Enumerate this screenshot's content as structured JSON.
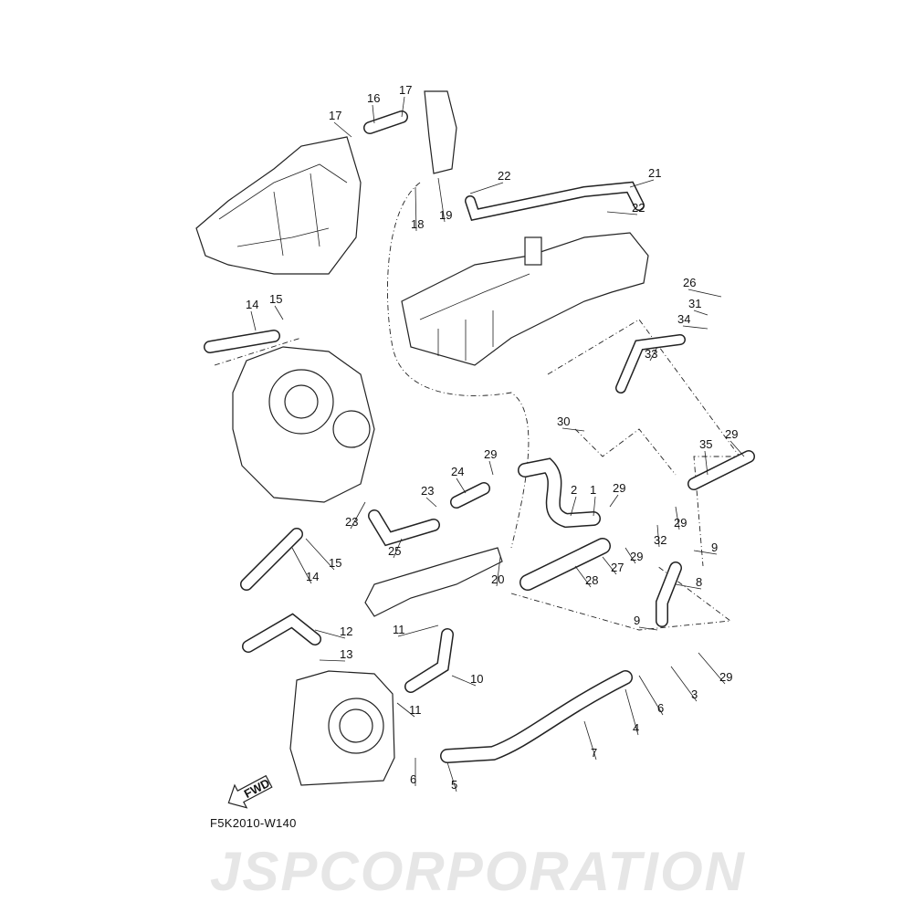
{
  "watermark": "JSPCORPORATION",
  "diagram_code": "F5K2010-W140",
  "fwd_label": "FWD",
  "labels": [
    "16",
    "17",
    "17",
    "22",
    "21",
    "22",
    "18",
    "19",
    "26",
    "31",
    "34",
    "33",
    "14",
    "15",
    "30",
    "29",
    "35",
    "29",
    "24",
    "1",
    "29",
    "2",
    "23",
    "23",
    "25",
    "29",
    "32",
    "29",
    "9",
    "27",
    "8",
    "28",
    "14",
    "15",
    "20",
    "12",
    "11",
    "13",
    "10",
    "9",
    "29",
    "3",
    "11",
    "6",
    "4",
    "7",
    "6",
    "5"
  ]
}
